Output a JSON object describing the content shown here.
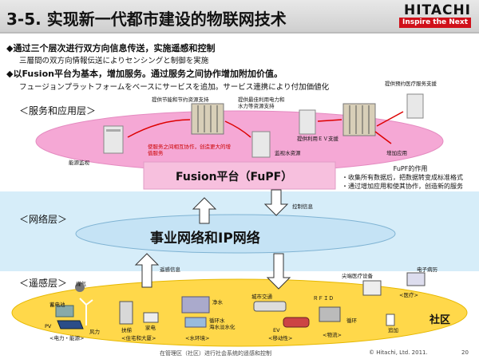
{
  "header": {
    "title": "3-5. 实现新一代都市建设的物联网技术",
    "logo_word": "HITACHI",
    "logo_tagline": "Inspire the Next"
  },
  "bullets": [
    {
      "cn": "◆通过三个层次进行双方向信息传送，实施遥感和控制",
      "jp": "三層間の双方向情報伝送によりセンシングと制御を実施"
    },
    {
      "cn": "◆以Fusion平台为基本，增加服务。通过服务之间协作增加附加价值。",
      "jp": "フュージョンプラットフォームをベースにサービスを追加。サービス連携により付加価値化"
    }
  ],
  "layers": {
    "service": "＜服务和应用层＞",
    "network": "＜网络层＞",
    "sensing": "＜遥感层＞"
  },
  "service_layer": {
    "energy_monitor": "能源监视",
    "energy_saving_support": "提供节能和节约资源支持",
    "renewable_support": "提供最佳利用电力和水力等资源支持",
    "ev_support": "提供利用ＥＶ支援",
    "medical_support": "提供预约医疗服务支援",
    "cooperation": "使服务之间相互协作，创造更大的增值服务",
    "water_monitor": "监视水资源",
    "add_app": "增加应用"
  },
  "fusion": {
    "label": "Fusion平台（FuPF）",
    "control_info": "控制信息",
    "sensing_info": "遥感信息"
  },
  "fupf_note": {
    "title": "FuPF的作用",
    "item1": "・收集所有数据后，把数据转变成标准格式",
    "item2": "・通过增加应用和使其协作，创造新的服务"
  },
  "network": {
    "label": "事业网络和IP网络"
  },
  "sensing_layer": {
    "coal": "煤气",
    "battery": "蓄电池",
    "pv": "PV",
    "wind": "风力",
    "energy_cat": "<电力・能源>",
    "elevator": "扶梯",
    "appliance": "家电",
    "housing_cat": "<住宅和大厦>",
    "clean_water": "净水",
    "recycle": "循环水\n海水淡水化",
    "water_cat": "<水环境>",
    "city_traffic": "城市交通",
    "ev": "EV",
    "mobility_cat": "<移动性>",
    "rfid": "ＲＦＩＤ",
    "logistics_cat": "<物流>",
    "circulation": "循环",
    "advanced_medical": "尖端医疗设备",
    "e_record": "电子病历",
    "medical_cat": "<医疗>",
    "add": "追加",
    "community": "社区"
  },
  "footer": {
    "caption": "在管理区（社区）进行社会系统的遥感和控制",
    "copyright": "© Hitachi, Ltd. 2011.",
    "page": "20"
  },
  "colors": {
    "service_ellipse": "#f5a8d5",
    "network_band": "#d6edf9",
    "sensing_ellipse": "#ffd84a",
    "logo_red": "#d0101a"
  }
}
